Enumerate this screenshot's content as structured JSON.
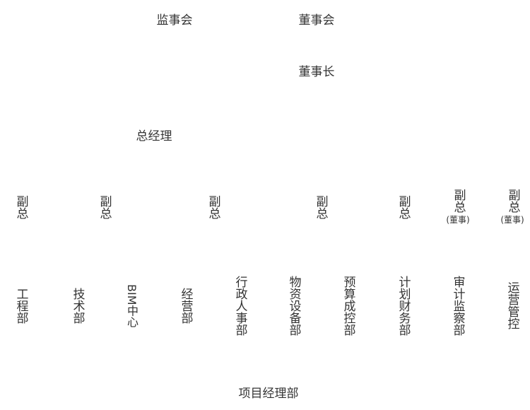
{
  "diagram": {
    "top": {
      "supervisory_board": "监事会",
      "board_of_directors": "董事会",
      "chairman": "董事长",
      "general_manager": "总经理"
    },
    "vice_presidents": [
      {
        "label": "副总",
        "note": ""
      },
      {
        "label": "副总",
        "note": ""
      },
      {
        "label": "副总",
        "note": ""
      },
      {
        "label": "副总",
        "note": ""
      },
      {
        "label": "副总",
        "note": ""
      },
      {
        "label": "副总",
        "note": "(董事)"
      },
      {
        "label": "副总",
        "note": "(董事)"
      }
    ],
    "departments": [
      "工程部",
      "技术部",
      "BIM中心",
      "经营部",
      "行政人事部",
      "物资设备部",
      "预算成控部",
      "计划财务部",
      "审计监察部",
      "运营管控"
    ],
    "project_department": "项目经理部"
  }
}
